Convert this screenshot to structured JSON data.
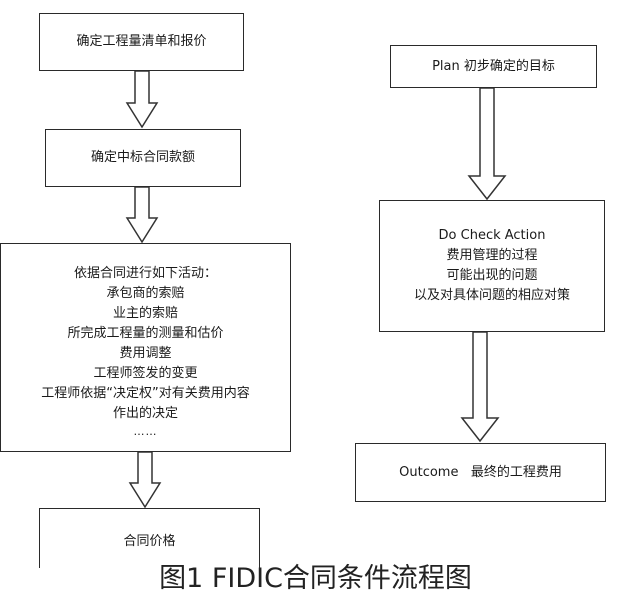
{
  "left_flow": {
    "box1": "确定工程量清单和报价",
    "box2": "确定中标合同款额",
    "box3_lines": [
      "依据合同进行如下活动：",
      "承包商的索赔",
      "业主的索赔",
      "所完成工程量的测量和估价",
      "费用调整",
      "工程师签发的变更",
      "工程师依据“决定权”对有关费用内容",
      "作出的决定",
      "……"
    ],
    "box4": "合同价格"
  },
  "right_flow": {
    "box1": "Plan 初步确定的目标",
    "box2_lines": [
      "Do Check Action",
      "费用管理的过程",
      "可能出现的问题",
      "以及对具体问题的相应对策"
    ],
    "box3": "Outcome   最终的工程费用"
  },
  "caption": "图1 FIDIC合同条件流程图"
}
